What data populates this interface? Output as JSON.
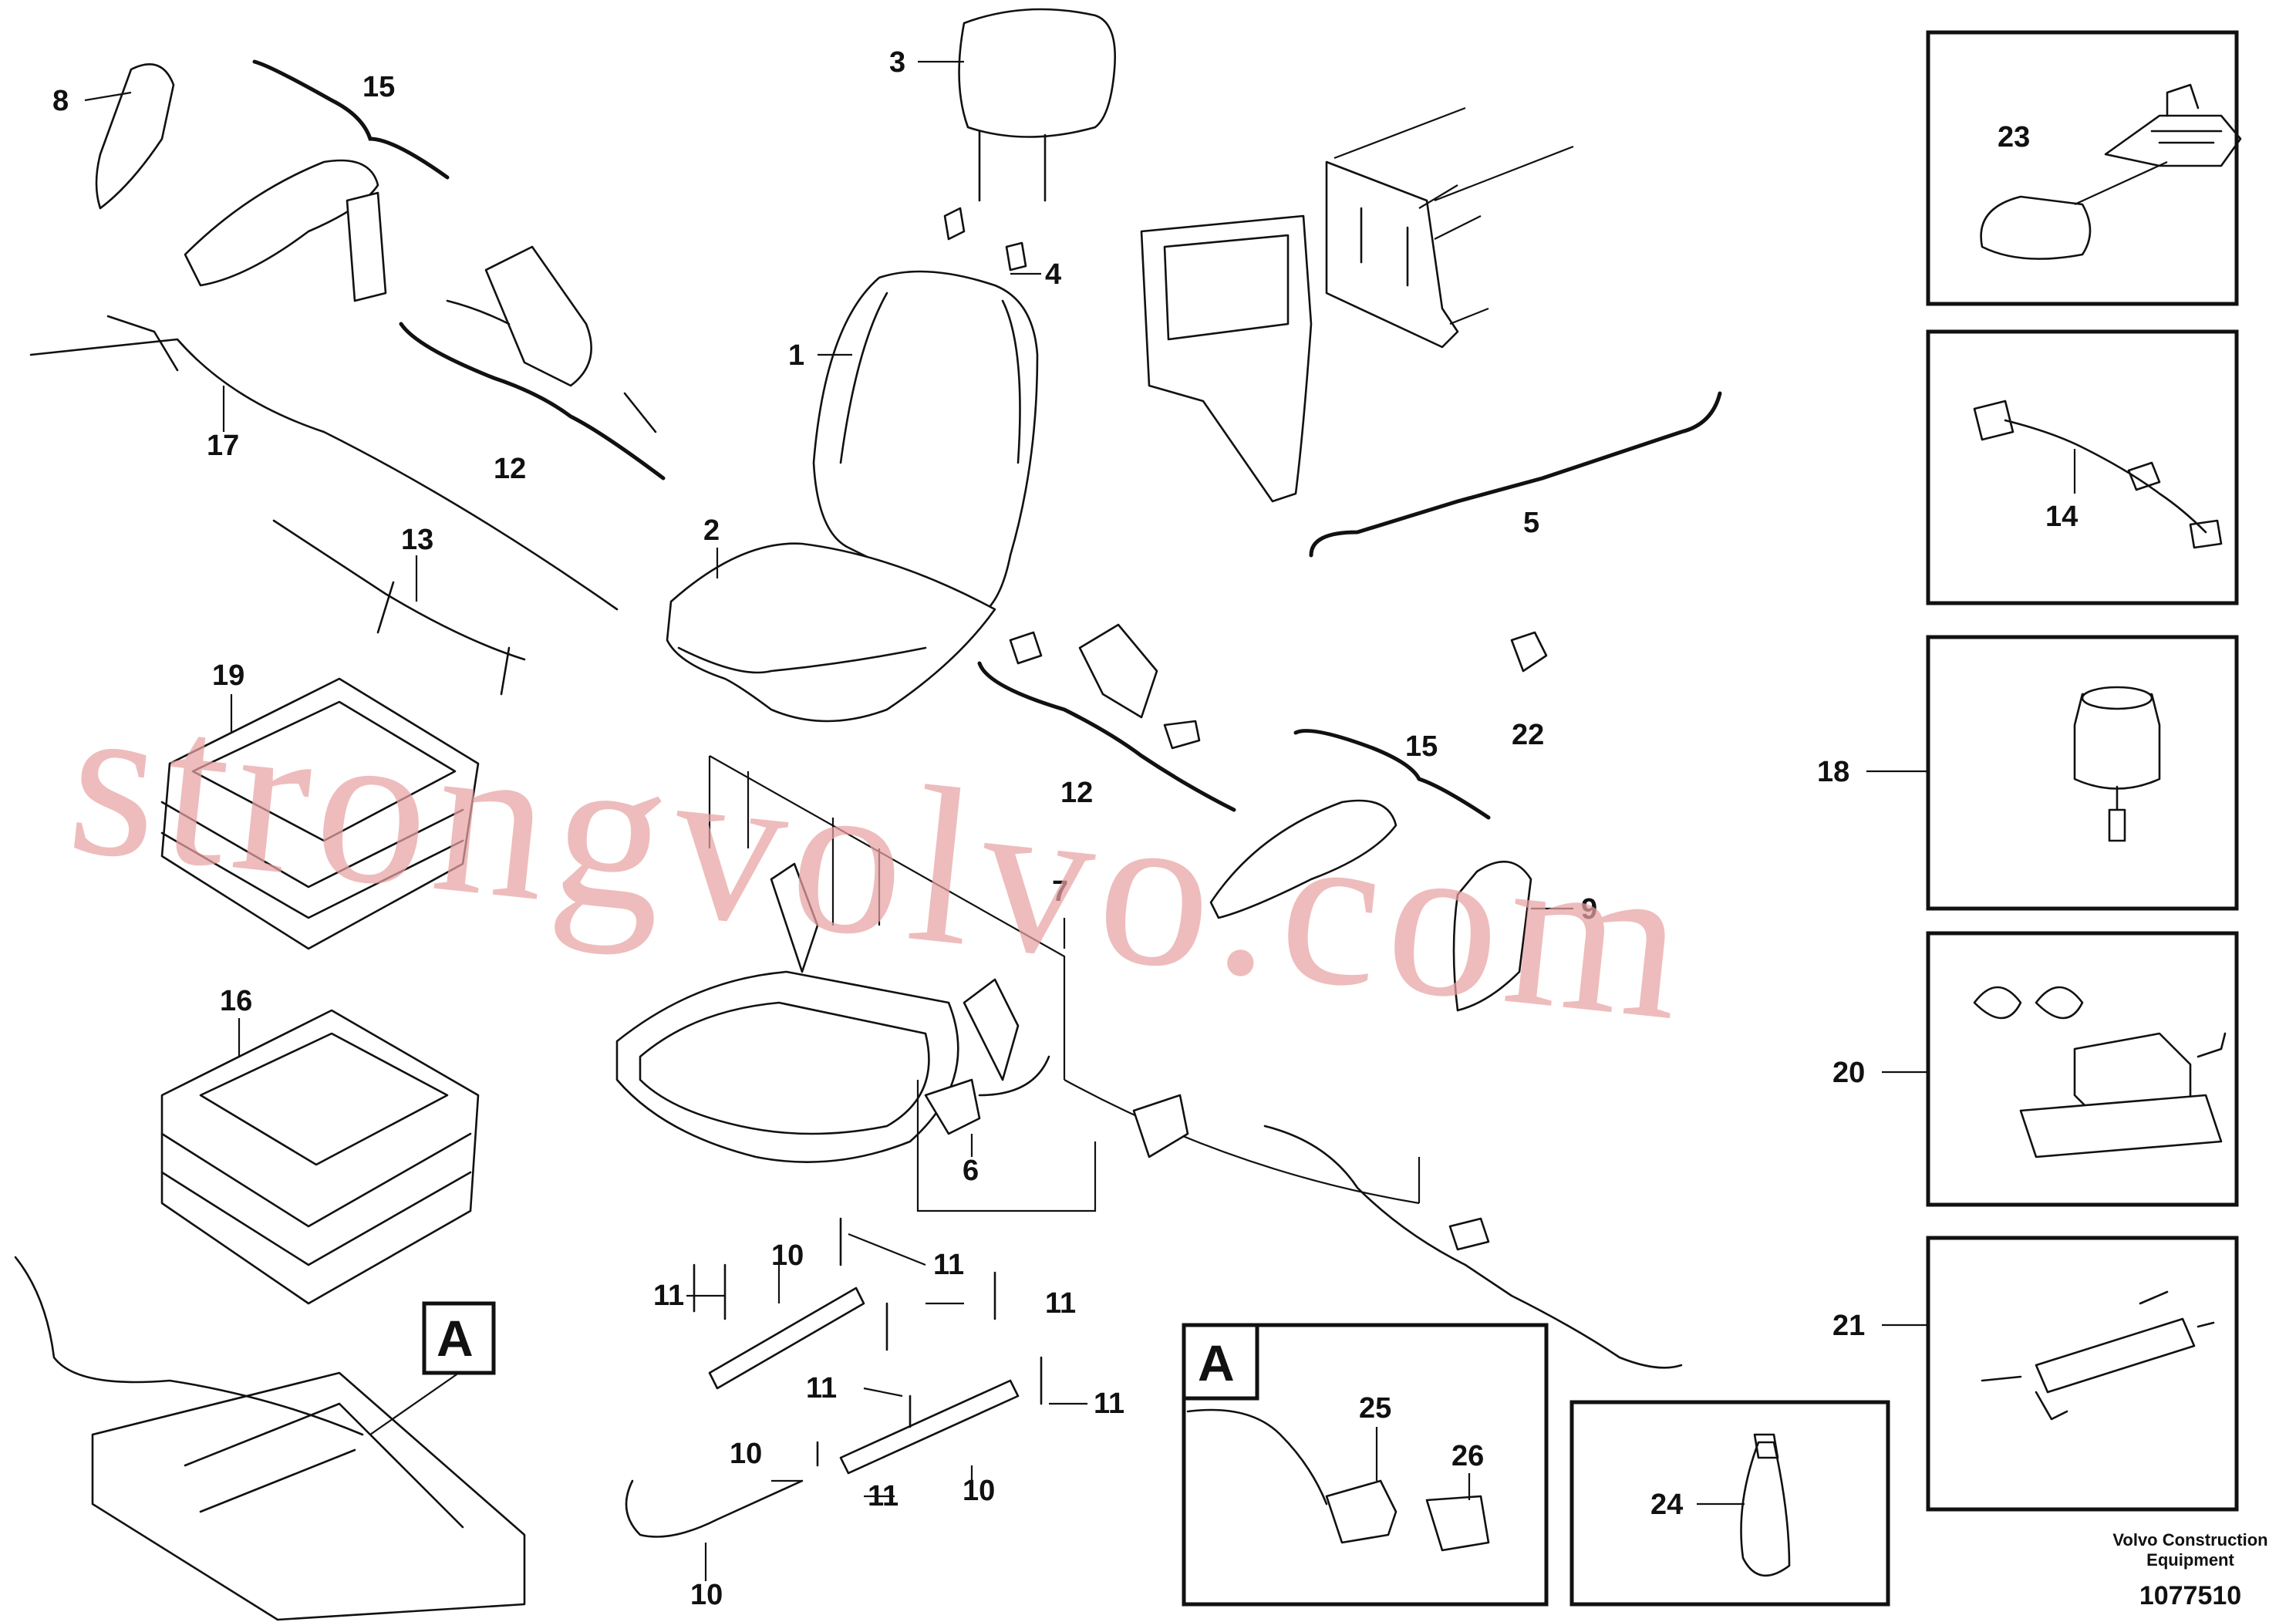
{
  "callouts": [
    {
      "id": "c1",
      "label": "1"
    },
    {
      "id": "c2",
      "label": "2"
    },
    {
      "id": "c3",
      "label": "3"
    },
    {
      "id": "c4",
      "label": "4"
    },
    {
      "id": "c5",
      "label": "5"
    },
    {
      "id": "c6",
      "label": "6"
    },
    {
      "id": "c7",
      "label": "7"
    },
    {
      "id": "c8",
      "label": "8"
    },
    {
      "id": "c9",
      "label": "9"
    },
    {
      "id": "c10",
      "label": "10"
    },
    {
      "id": "c11",
      "label": "11"
    },
    {
      "id": "c12",
      "label": "12"
    },
    {
      "id": "c13",
      "label": "13"
    },
    {
      "id": "c14",
      "label": "14"
    },
    {
      "id": "c15",
      "label": "15"
    },
    {
      "id": "c16",
      "label": "16"
    },
    {
      "id": "c17",
      "label": "17"
    },
    {
      "id": "c18",
      "label": "18"
    },
    {
      "id": "c19",
      "label": "19"
    },
    {
      "id": "c20",
      "label": "20"
    },
    {
      "id": "c21",
      "label": "21"
    },
    {
      "id": "c22",
      "label": "22"
    },
    {
      "id": "c23",
      "label": "23"
    },
    {
      "id": "c24",
      "label": "24"
    },
    {
      "id": "c25",
      "label": "25"
    },
    {
      "id": "c26",
      "label": "26"
    }
  ],
  "detail_marker": "A",
  "watermark": "strongvolvo.com",
  "footer": {
    "company_line1": "Volvo Construction",
    "company_line2": "Equipment",
    "drawing_number": "1077510"
  }
}
